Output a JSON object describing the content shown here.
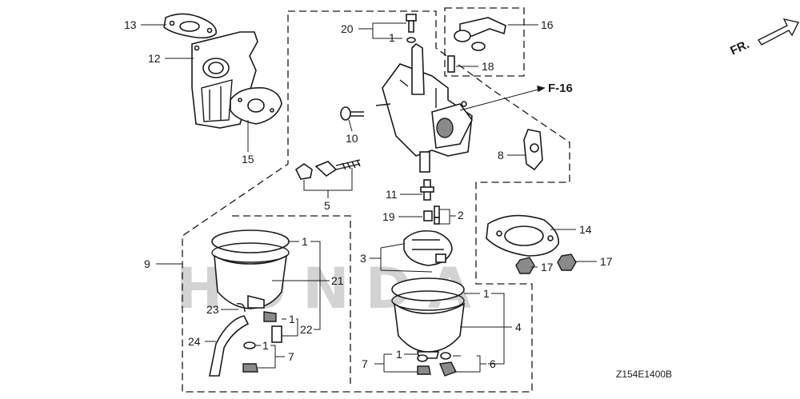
{
  "diagram_code": "Z154E1400B",
  "orientation": {
    "label": "FR."
  },
  "reference": {
    "label": "F-16"
  },
  "callouts": {
    "c1a": "1",
    "c1b": "1",
    "c1c": "1",
    "c1d": "1",
    "c1e": "1",
    "c1f": "1",
    "c2": "2",
    "c3": "3",
    "c4": "4",
    "c5": "5",
    "c6": "6",
    "c7a": "7",
    "c7b": "7",
    "c8": "8",
    "c9": "9",
    "c10": "10",
    "c11": "11",
    "c12": "12",
    "c13": "13",
    "c14": "14",
    "c15": "15",
    "c16": "16",
    "c17a": "17",
    "c17b": "17",
    "c18": "18",
    "c19": "19",
    "c20": "20",
    "c21": "21",
    "c22": "22",
    "c23": "23",
    "c24": "24"
  },
  "watermark": "HONDA"
}
